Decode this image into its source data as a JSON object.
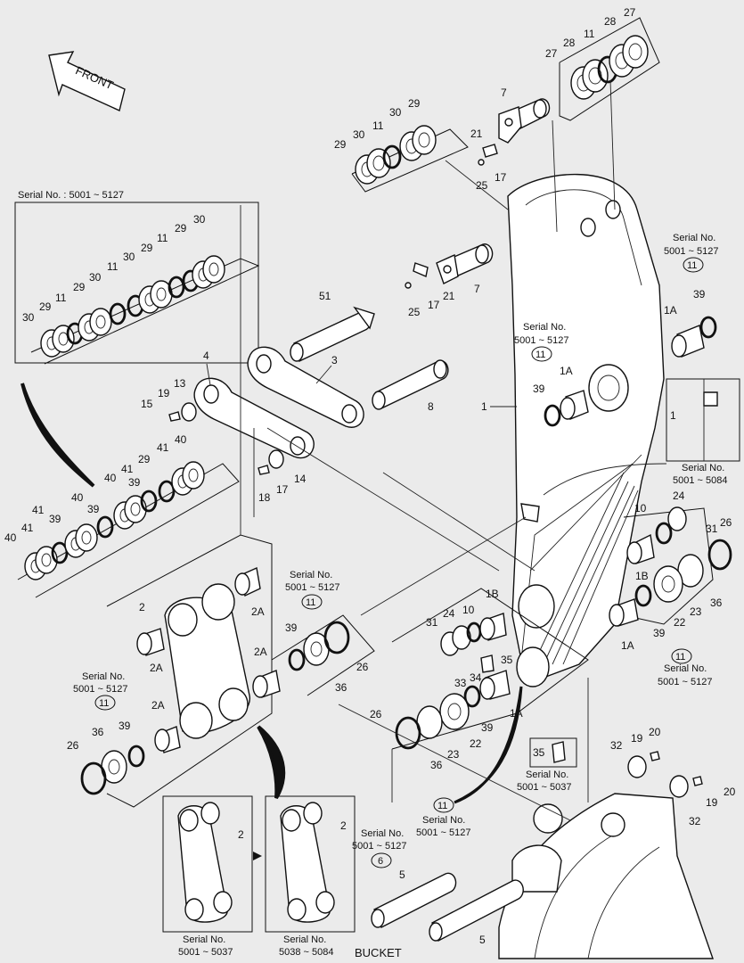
{
  "direction_label": "FRONT",
  "bottom_label": "BUCKET",
  "serial_prefix": "Serial No.",
  "serial_prefix_colon": "Serial No. : 5001 ~ 5127",
  "serials": {
    "s5001_5127": "5001 ~ 5127",
    "s5001_5084": "5001 ~ 5084",
    "s5001_5037": "5001 ~ 5037",
    "s5038_5084": "5038 ~ 5084"
  },
  "circled": {
    "eleven": "11",
    "six": "6"
  },
  "callouts": {
    "c1": "1",
    "c1A": "1A",
    "c1B": "1B",
    "c2": "2",
    "c2A": "2A",
    "c3": "3",
    "c4": "4",
    "c5": "5",
    "c7": "7",
    "c8": "8",
    "c10": "10",
    "c11": "11",
    "c13": "13",
    "c14": "14",
    "c15": "15",
    "c17": "17",
    "c18": "18",
    "c19": "19",
    "c20": "20",
    "c21": "21",
    "c22": "22",
    "c23": "23",
    "c24": "24",
    "c25": "25",
    "c26": "26",
    "c27": "27",
    "c28": "28",
    "c29": "29",
    "c30": "30",
    "c31": "31",
    "c32": "32",
    "c33": "33",
    "c34": "34",
    "c35": "35",
    "c36": "36",
    "c39": "39",
    "c40": "40",
    "c41": "41",
    "c51": "51"
  }
}
